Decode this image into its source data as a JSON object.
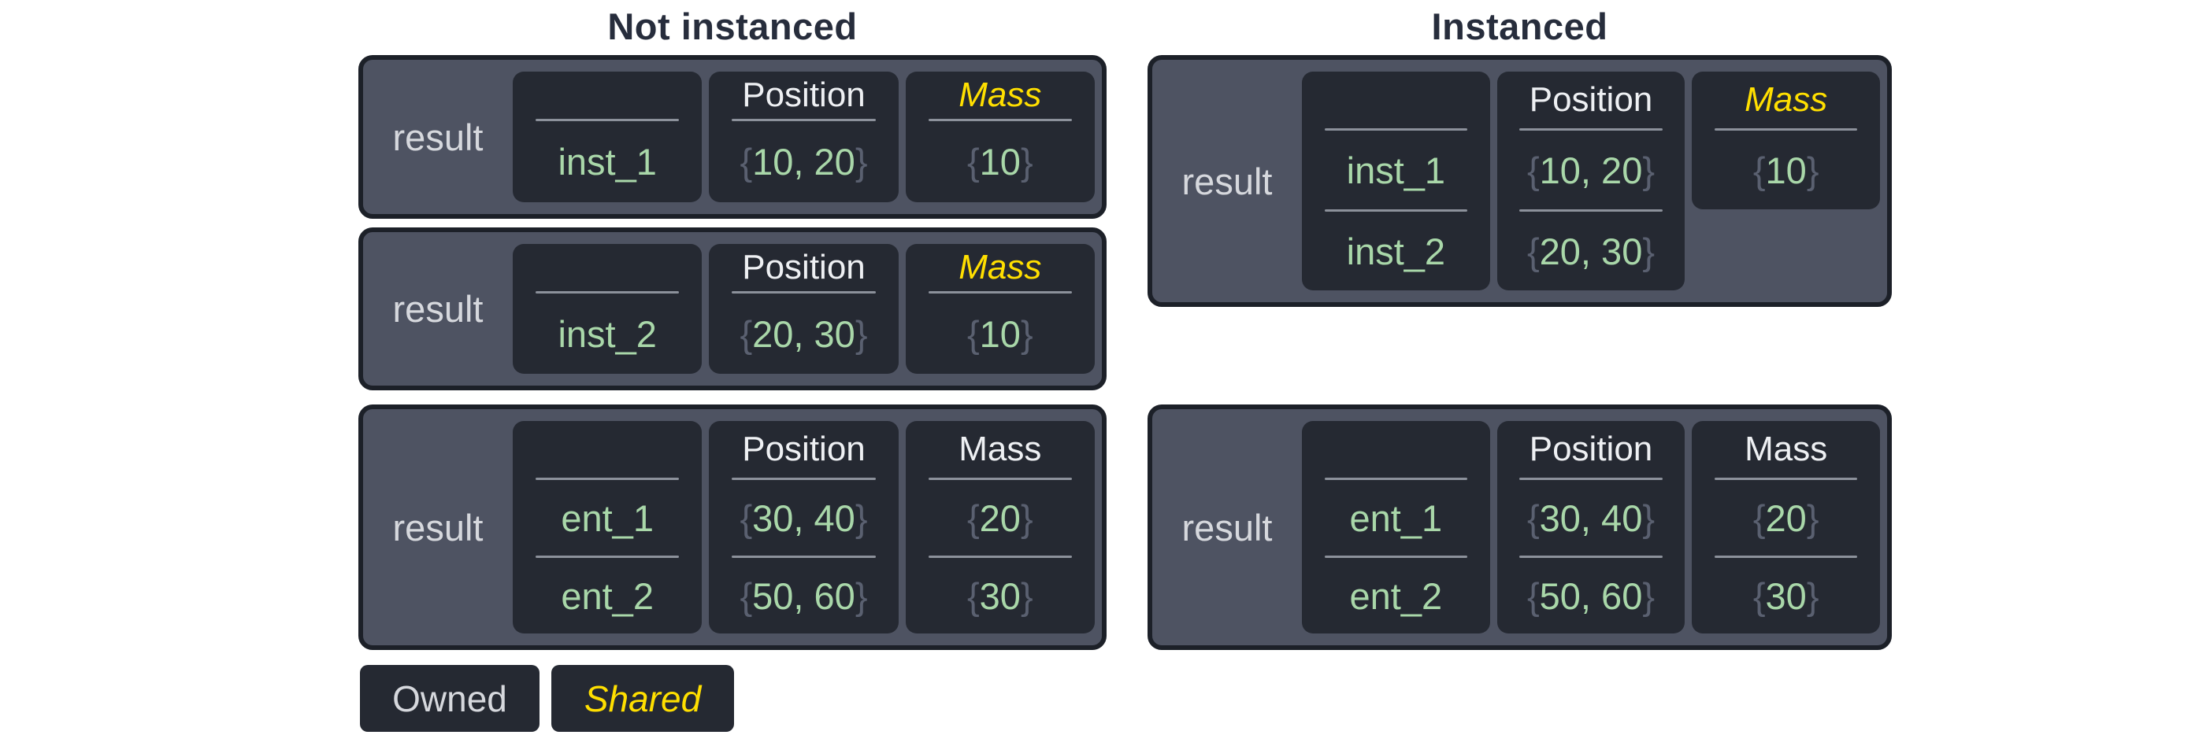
{
  "titles": {
    "not_instanced": "Not instanced",
    "instanced": "Instanced"
  },
  "labels": {
    "result": "result",
    "brace_open": "{",
    "brace_close": "}"
  },
  "legend": {
    "owned": "Owned",
    "shared": "Shared"
  },
  "colors": {
    "page_bg": "#ffffff",
    "box_fill": "#4e5362",
    "box_border": "#1c2028",
    "cell_fill": "#252932",
    "divider": "#8c919b",
    "result_text": "#d6d8dd",
    "header_text": "#eef0f3",
    "shared_yellow": "#ffdf00",
    "value_green": "#a9d7a9",
    "brace_gray": "#5a6070",
    "title_text": "#272d3c"
  },
  "boxes": {
    "l1": {
      "entities": [
        "inst_1"
      ],
      "position": {
        "header": "Position",
        "values": [
          "10, 20"
        ]
      },
      "mass": {
        "header": "Mass",
        "shared": true,
        "values": [
          "10"
        ]
      }
    },
    "l2": {
      "entities": [
        "inst_2"
      ],
      "position": {
        "header": "Position",
        "values": [
          "20, 30"
        ]
      },
      "mass": {
        "header": "Mass",
        "shared": true,
        "values": [
          "10"
        ]
      }
    },
    "l3": {
      "entities": [
        "ent_1",
        "ent_2"
      ],
      "position": {
        "header": "Position",
        "values": [
          "30, 40",
          "50, 60"
        ]
      },
      "mass": {
        "header": "Mass",
        "shared": false,
        "values": [
          "20",
          "30"
        ]
      }
    },
    "r1": {
      "entities": [
        "inst_1",
        "inst_2"
      ],
      "position": {
        "header": "Position",
        "values": [
          "10, 20",
          "20, 30"
        ]
      },
      "mass": {
        "header": "Mass",
        "shared": true,
        "values": [
          "10"
        ]
      }
    },
    "r2": {
      "entities": [
        "ent_1",
        "ent_2"
      ],
      "position": {
        "header": "Position",
        "values": [
          "30, 40",
          "50, 60"
        ]
      },
      "mass": {
        "header": "Mass",
        "shared": false,
        "values": [
          "20",
          "30"
        ]
      }
    }
  }
}
